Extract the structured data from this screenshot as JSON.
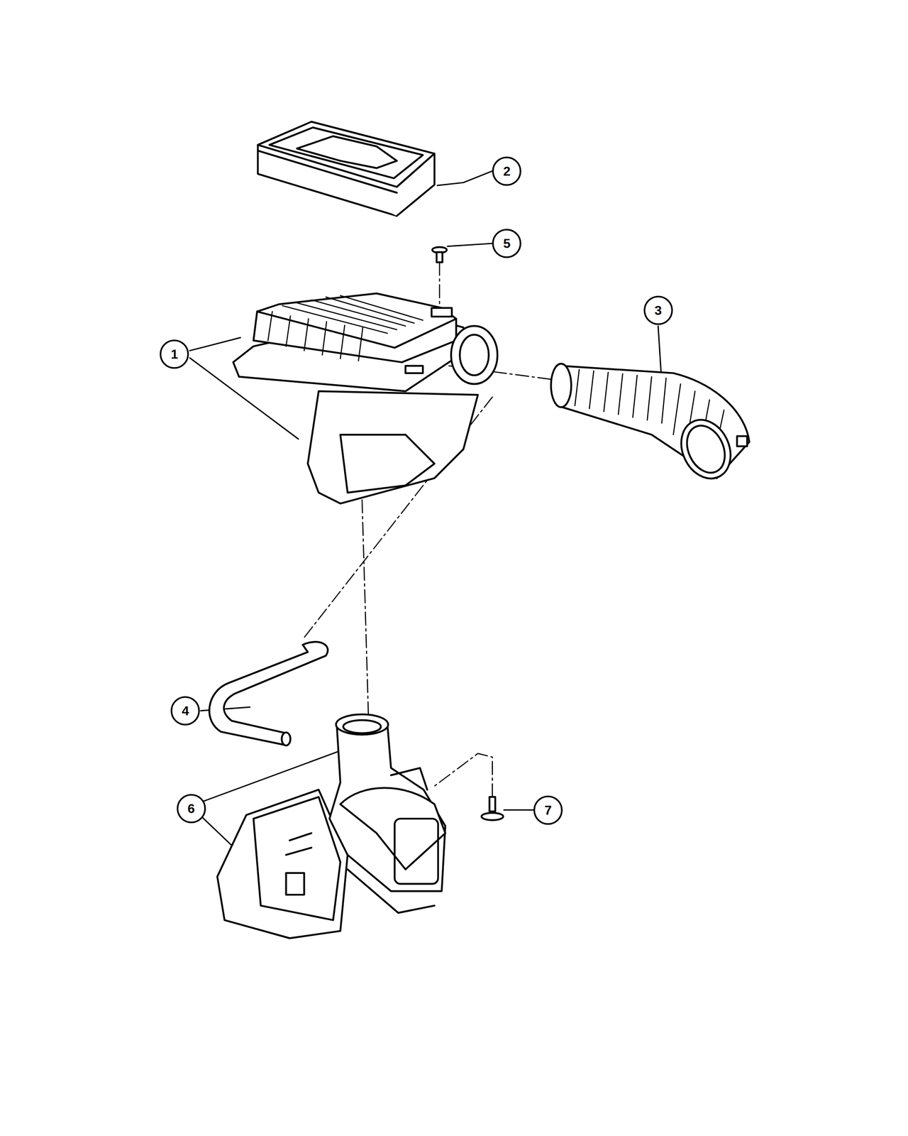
{
  "diagram": {
    "nodes": [
      {
        "text": [
          "2"
        ]
      },
      {
        "text": [
          "5"
        ]
      },
      {
        "text": [
          "3"
        ]
      },
      {
        "text": [
          "1"
        ]
      },
      {
        "text": [
          "4"
        ]
      },
      {
        "text": [
          "6"
        ]
      },
      {
        "text": [
          "7"
        ]
      }
    ]
  }
}
